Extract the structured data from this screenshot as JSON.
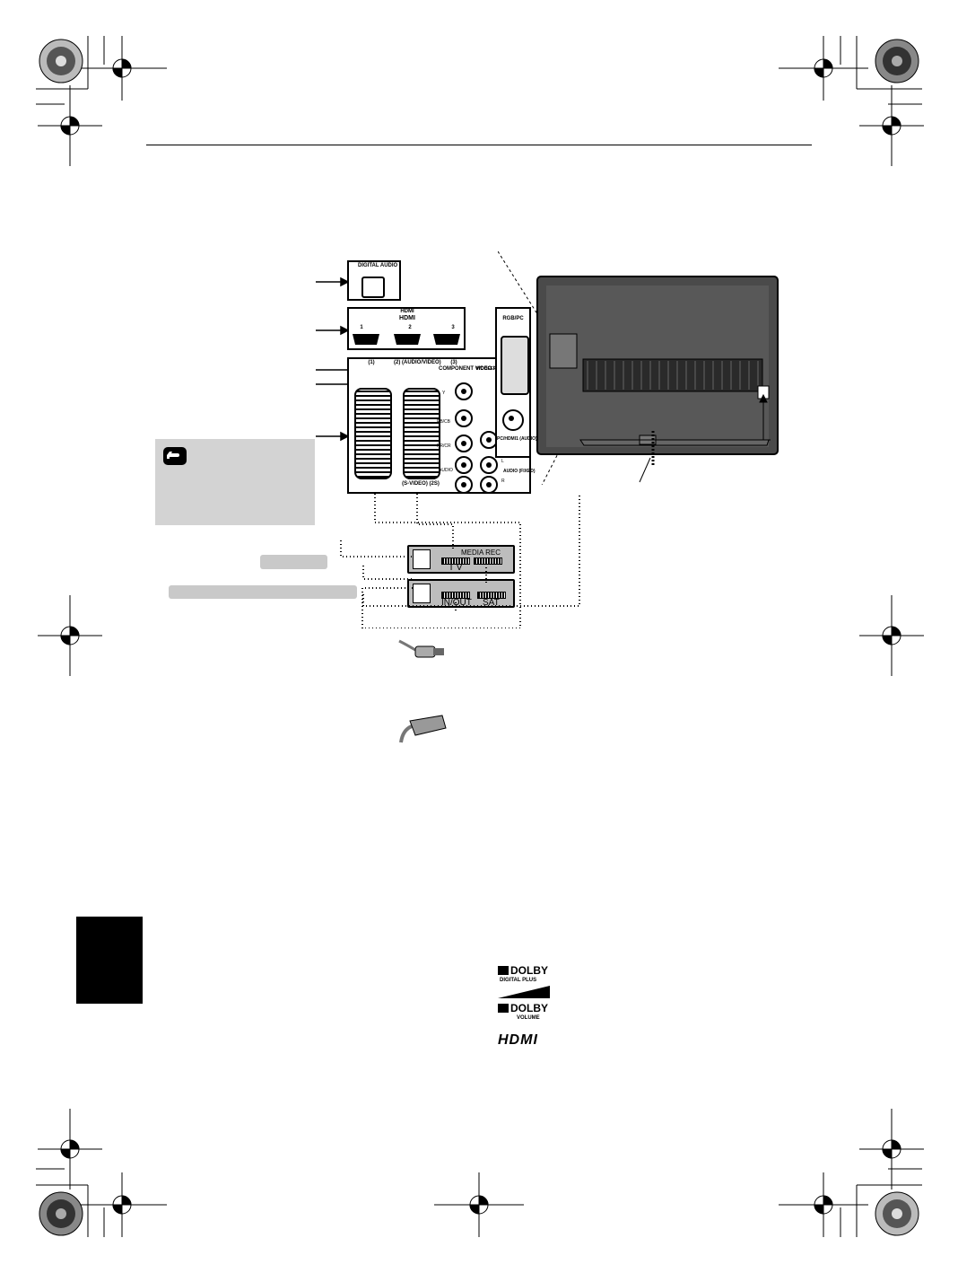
{
  "header": {
    "title": ""
  },
  "ports": {
    "digital_audio": "DIGITAL AUDIO",
    "hdmi_title": "HDMI",
    "hdmi_logo": "HDMI",
    "hdmi_1": "1",
    "hdmi_2": "2",
    "hdmi_3": "3",
    "ext1": "(1)",
    "ext2": "(2) (AUDIO/VIDEO)",
    "ext3": "(3)",
    "component": "COMPONENT VIDEO INPUT",
    "woofer": "WOOFER (VARIABLE)",
    "rgb_pc": "RGB/PC",
    "pc_hdmi_audio": "PC/HDMI1 (AUDIO)",
    "svideo": "(S-VIDEO) (2S)",
    "audio_fixed": "AUDIO (FIXED)",
    "y": "Y",
    "pb": "PB/CB",
    "pr": "PR/CR",
    "audio": "AUDIO",
    "l": "L",
    "r": "R"
  },
  "devices": {
    "recorder_media": "MEDIA REC",
    "recorder_tv": "T V",
    "decoder_inout": "IN/OUT",
    "decoder_sat": "SAT"
  },
  "logos": {
    "dolby_1": "DOLBY",
    "dolby_1_sub": "DIGITAL PLUS",
    "dolby_2": "DOLBY",
    "dolby_2_sub": "VOLUME",
    "hdmi": "HDMI"
  },
  "colors": {
    "panel_gray": "#d3d3d3",
    "tv_body": "#4a4a4a",
    "black": "#000000"
  }
}
